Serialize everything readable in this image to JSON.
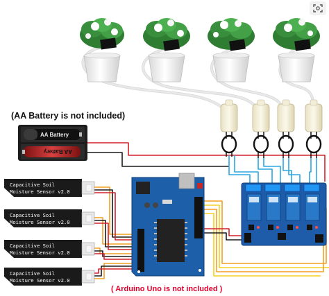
{
  "battery_note": "(AA Battery is not included)",
  "arduino_note": "( Arduino Uno is not included )",
  "battery_labels": [
    "AA Battery",
    "AA Battery"
  ],
  "sensor_label_line1": "Capacitive  Soil",
  "sensor_label_line2": "Moisture Sensor v2.0",
  "corner_icon": "expand-icon",
  "colors": {
    "wire_red": "#d4202a",
    "wire_black": "#1a1a1a",
    "wire_blue": "#2aa7e0",
    "wire_orange": "#f0a023",
    "wire_yellow": "#f5d020",
    "arduino": "#1d5fa8",
    "relay_board": "#1e5ba8",
    "relay_cube": "#2a78c8",
    "battery_holder": "#1c1c1c"
  }
}
